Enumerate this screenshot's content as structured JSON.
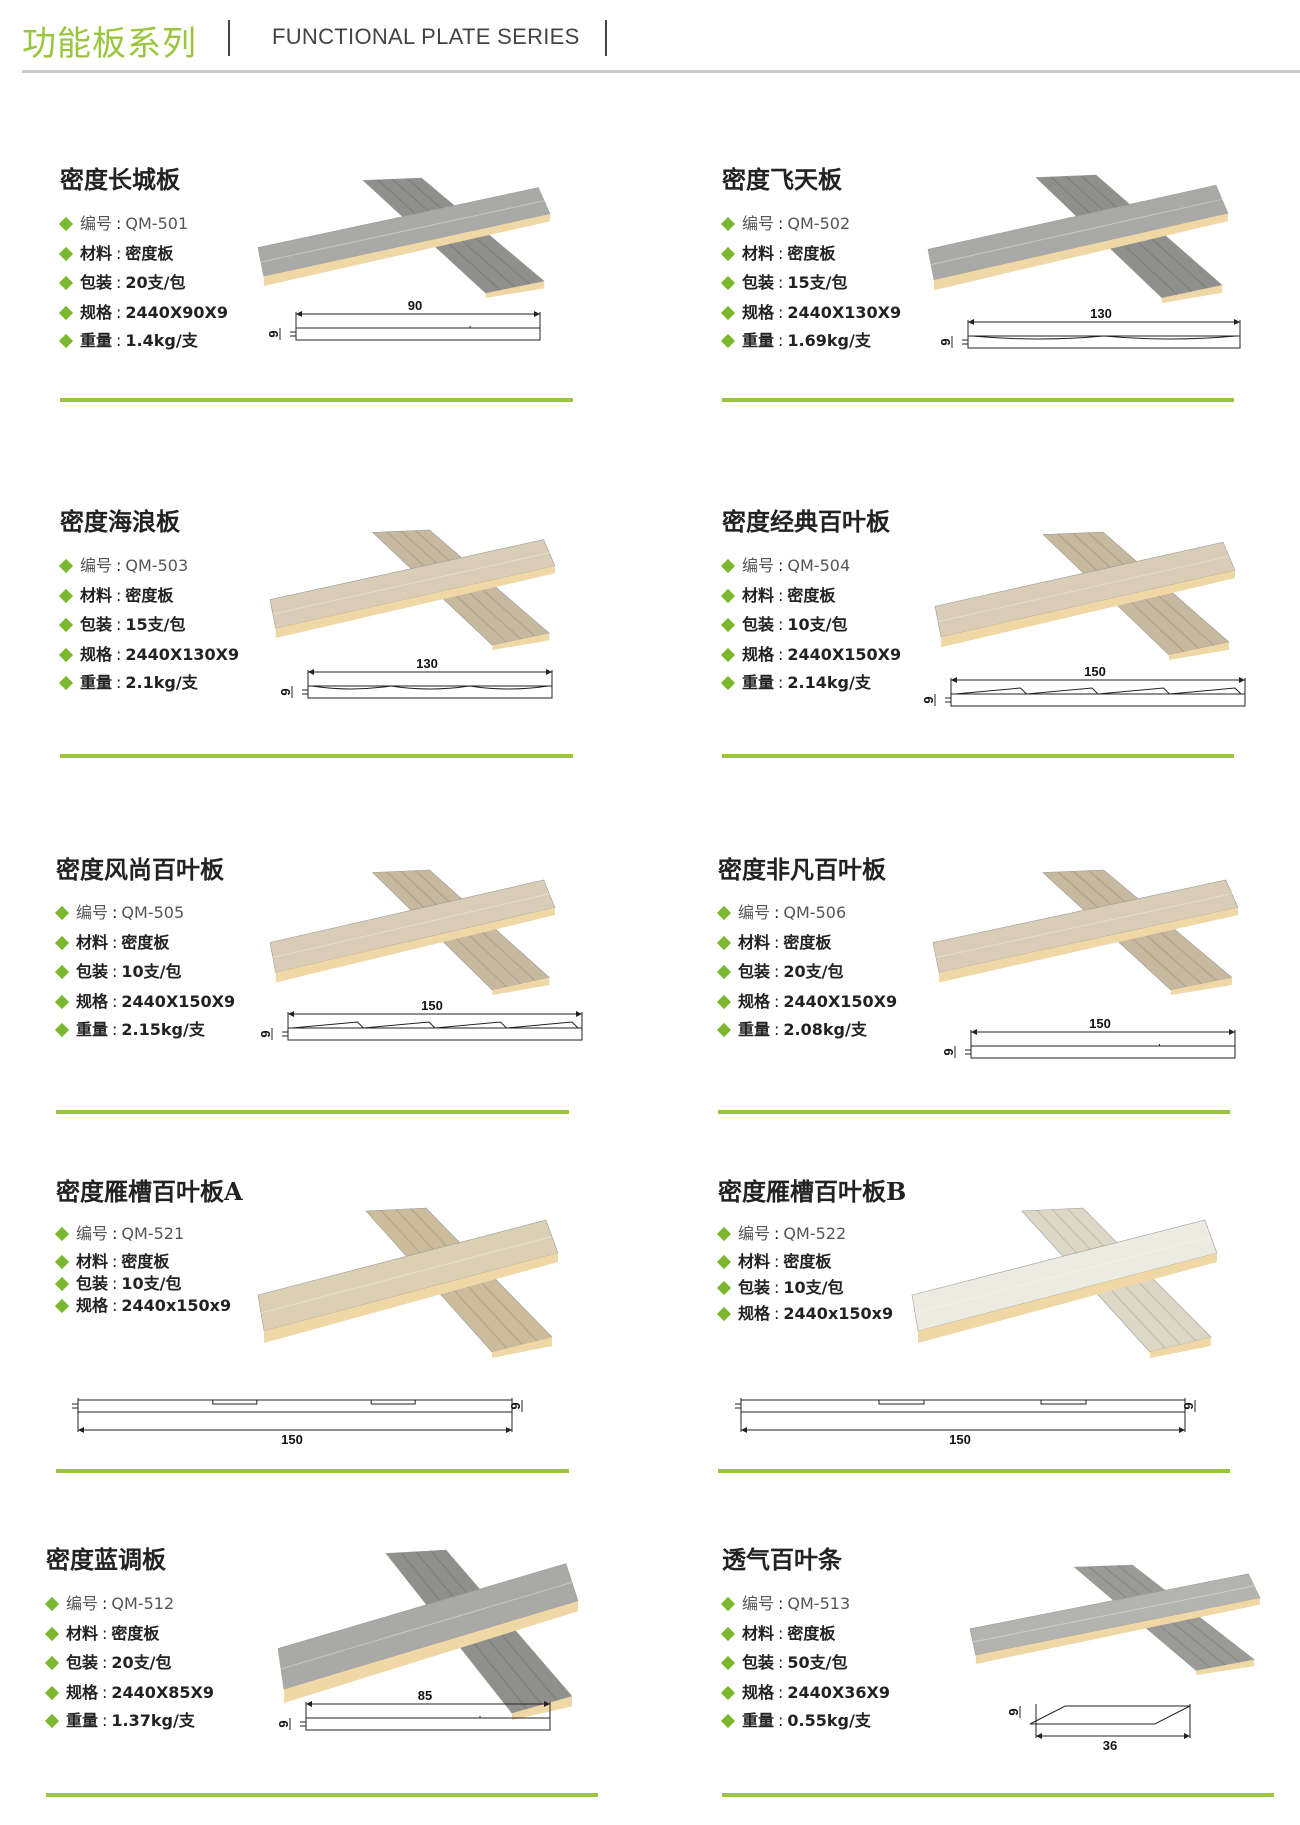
{
  "header": {
    "title": "功能板系列",
    "subtitle": "FUNCTIONAL PLATE SERIES"
  },
  "colors": {
    "accent": "#9bc53d",
    "bullet": "#7cb82f",
    "divider": "#c9c9c9"
  },
  "products": [
    {
      "title": "密度长城板",
      "code_label": "编号",
      "code": "QM-501",
      "material_label": "材料",
      "material": "密度板",
      "pack_label": "包装",
      "pack": "20支/包",
      "spec_label": "规格",
      "spec": "2440X90X9",
      "weight_label": "重量",
      "weight": "1.4kg/支",
      "dim_width": "90",
      "dim_thick": "9"
    },
    {
      "title": "密度飞天板",
      "code_label": "编号",
      "code": "QM-502",
      "material_label": "材料",
      "material": "密度板",
      "pack_label": "包装",
      "pack": "15支/包",
      "spec_label": "规格",
      "spec": "2440X130X9",
      "weight_label": "重量",
      "weight": "1.69kg/支",
      "dim_width": "130",
      "dim_thick": "9"
    },
    {
      "title": "密度海浪板",
      "code_label": "编号",
      "code": "QM-503",
      "material_label": "材料",
      "material": "密度板",
      "pack_label": "包装",
      "pack": "15支/包",
      "spec_label": "规格",
      "spec": "2440X130X9",
      "weight_label": "重量",
      "weight": "2.1kg/支",
      "dim_width": "130",
      "dim_thick": "9"
    },
    {
      "title": "密度经典百叶板",
      "code_label": "编号",
      "code": "QM-504",
      "material_label": "材料",
      "material": "密度板",
      "pack_label": "包装",
      "pack": "10支/包",
      "spec_label": "规格",
      "spec": "2440X150X9",
      "weight_label": "重量",
      "weight": "2.14kg/支",
      "dim_width": "150",
      "dim_thick": "9"
    },
    {
      "title": "密度风尚百叶板",
      "code_label": "编号",
      "code": "QM-505",
      "material_label": "材料",
      "material": "密度板",
      "pack_label": "包装",
      "pack": "10支/包",
      "spec_label": "规格",
      "spec": "2440X150X9",
      "weight_label": "重量",
      "weight": "2.15kg/支",
      "dim_width": "150",
      "dim_thick": "9"
    },
    {
      "title": "密度非凡百叶板",
      "code_label": "编号",
      "code": "QM-506",
      "material_label": "材料",
      "material": "密度板",
      "pack_label": "包装",
      "pack": "20支/包",
      "spec_label": "规格",
      "spec": "2440X150X9",
      "weight_label": "重量",
      "weight": "2.08kg/支",
      "dim_width": "150",
      "dim_thick": "9"
    },
    {
      "title": "密度雁槽百叶板A",
      "code_label": "编号",
      "code": "QM-521",
      "material_label": "材料",
      "material": "密度板",
      "pack_label": "包装",
      "pack": "10支/包",
      "spec_label": "规格",
      "spec": "2440x150x9",
      "dim_width": "150",
      "dim_thick": "9"
    },
    {
      "title": "密度雁槽百叶板B",
      "code_label": "编号",
      "code": "QM-522",
      "material_label": "材料",
      "material": "密度板",
      "pack_label": "包装",
      "pack": "10支/包",
      "spec_label": "规格",
      "spec": "2440x150x9",
      "dim_width": "150",
      "dim_thick": "9"
    },
    {
      "title": "密度蓝调板",
      "code_label": "编号",
      "code": "QM-512",
      "material_label": "材料",
      "material": "密度板",
      "pack_label": "包装",
      "pack": "20支/包",
      "spec_label": "规格",
      "spec": "2440X85X9",
      "weight_label": "重量",
      "weight": "1.37kg/支",
      "dim_width": "85",
      "dim_thick": "9"
    },
    {
      "title": "透气百叶条",
      "code_label": "编号",
      "code": "QM-513",
      "material_label": "材料",
      "material": "密度板",
      "pack_label": "包装",
      "pack": "50支/包",
      "spec_label": "规格",
      "spec": "2440X36X9",
      "weight_label": "重量",
      "weight": "0.55kg/支",
      "dim_width": "36",
      "dim_thick": "9"
    }
  ]
}
